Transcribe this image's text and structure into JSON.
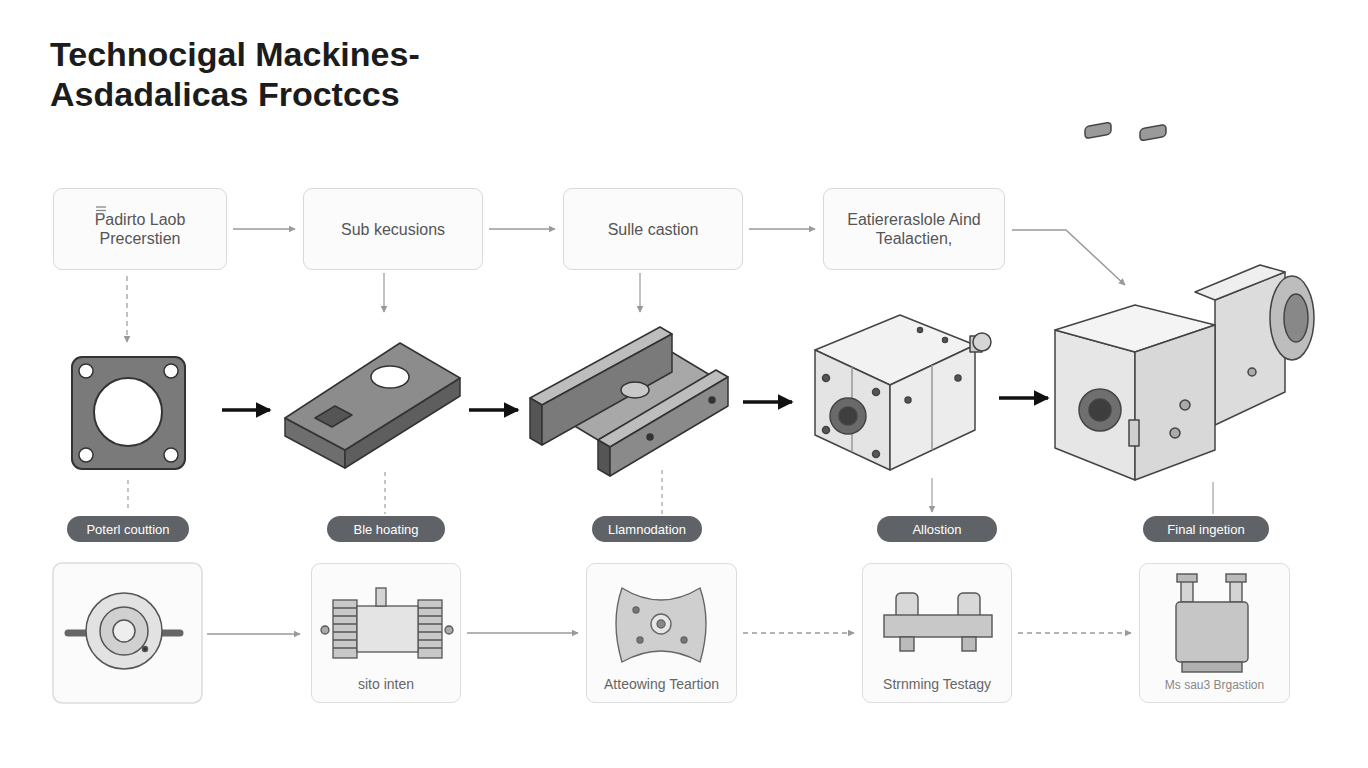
{
  "diagram": {
    "title": "Technocigal Mackines- Asdadalicas Froctccs",
    "nodes": [
      {
        "text": [
          "Padirto Laob Precerstien"
        ]
      },
      {
        "text": [
          "Sub kecusions"
        ]
      },
      {
        "text": [
          "Sulle castion"
        ]
      },
      {
        "text": [
          "Eatiereraslole Aind Tealactien,"
        ]
      },
      {
        "text": [
          "Poterl couttion"
        ]
      },
      {
        "text": [
          "Ble hoating"
        ]
      },
      {
        "text": [
          "Llamnodation"
        ]
      },
      {
        "text": [
          "Allostion"
        ]
      },
      {
        "text": [
          "Final ingetion"
        ]
      },
      {
        "text": [
          "sito inten"
        ]
      },
      {
        "text": [
          "Atteowing Teartion"
        ]
      },
      {
        "text": [
          "Strnming Testagy"
        ]
      },
      {
        "text": [
          "Ms sau3 Brgastion"
        ]
      }
    ],
    "edges": [
      {
        "from": 0,
        "to": 1,
        "arrow": "to"
      },
      {
        "from": 1,
        "to": 2,
        "arrow": "to"
      },
      {
        "from": 2,
        "to": 3,
        "arrow": "to"
      },
      {
        "from": 9,
        "to": 10,
        "arrow": "to"
      },
      {
        "from": 10,
        "to": 11,
        "arrow": "to"
      },
      {
        "from": 11,
        "to": 12,
        "arrow": "to"
      }
    ]
  }
}
